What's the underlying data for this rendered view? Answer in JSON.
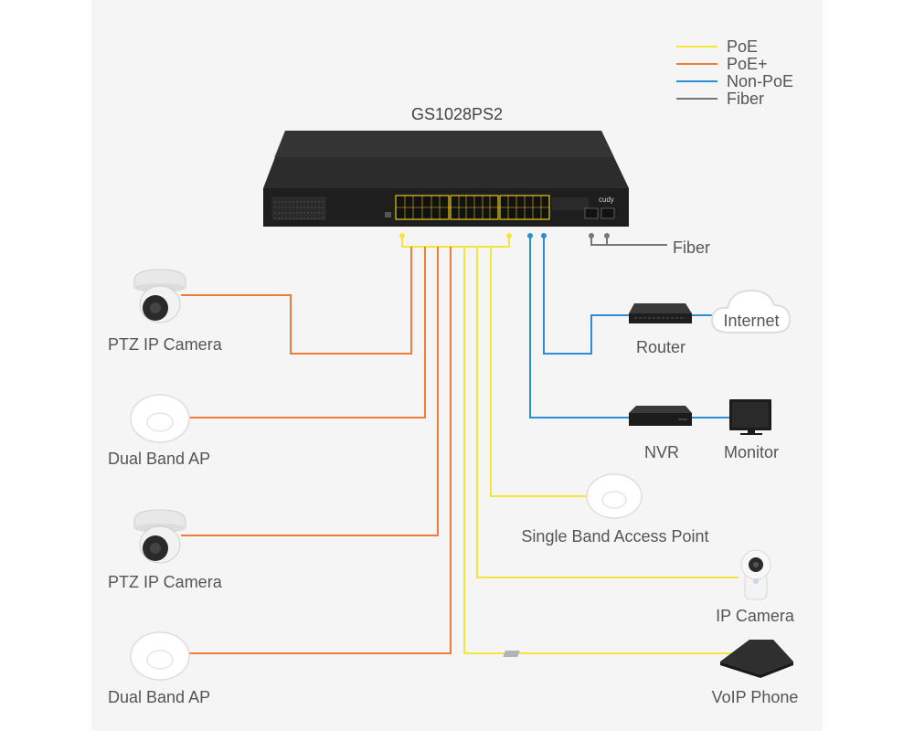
{
  "switch": {
    "model": "GS1028PS2",
    "brand": "cudy"
  },
  "legend": [
    {
      "label": "PoE",
      "color": "#f5e63a"
    },
    {
      "label": "PoE+",
      "color": "#f07c3c"
    },
    {
      "label": "Non-PoE",
      "color": "#2b8fd6"
    },
    {
      "label": "Fiber",
      "color": "#777777"
    }
  ],
  "devices": {
    "ptz_camera_1": "PTZ IP Camera",
    "dual_band_ap_1": "Dual Band AP",
    "ptz_camera_2": "PTZ IP Camera",
    "dual_band_ap_2": "Dual Band AP",
    "fiber": "Fiber",
    "router": "Router",
    "internet": "Internet",
    "nvr": "NVR",
    "monitor": "Monitor",
    "single_band_ap": "Single Band Access Point",
    "ip_camera": "IP Camera",
    "voip_phone": "VoIP Phone"
  }
}
